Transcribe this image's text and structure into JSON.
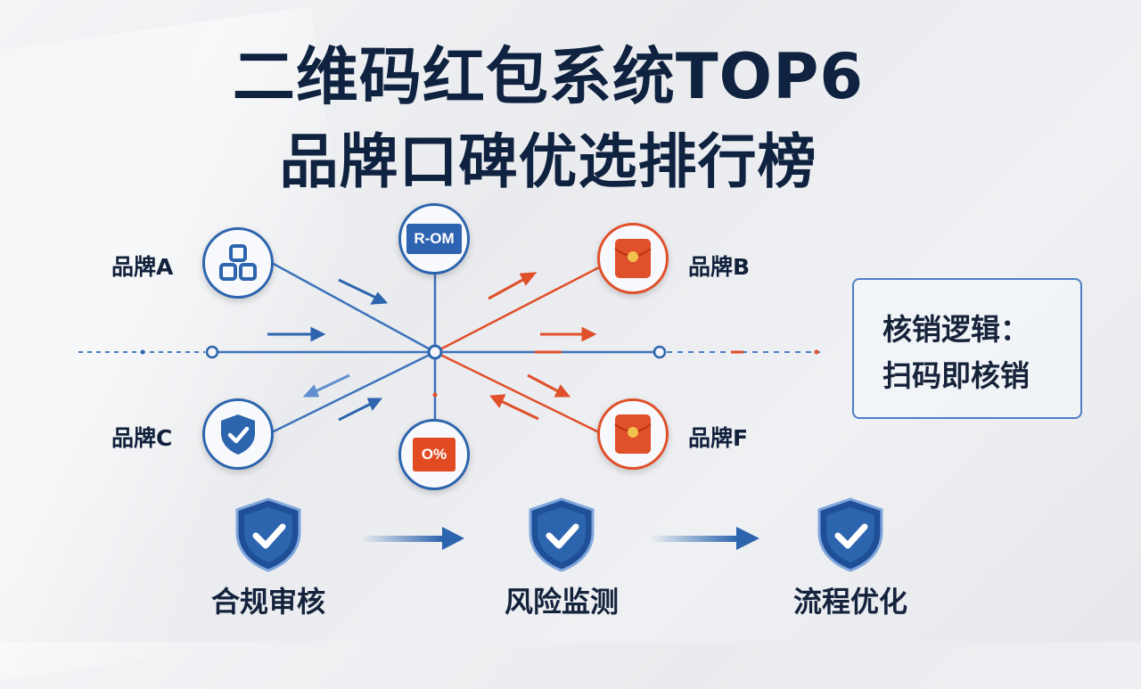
{
  "title": {
    "line1": "二维码红包系统TOP6",
    "line2": "品牌口碑优选排行榜"
  },
  "brands": {
    "a": "品牌A",
    "b": "品牌B",
    "c": "品牌C",
    "f": "品牌F"
  },
  "center_nodes": {
    "top_tag": "R-OM",
    "bottom_tag": "O%"
  },
  "logic_box": {
    "line1": "核销逻辑：",
    "line2": "扫码即核销"
  },
  "steps": [
    "合规审核",
    "风险监测",
    "流程优化"
  ],
  "colors": {
    "blue": "#2c64ad",
    "red": "#e0502b",
    "navy": "#0f2240"
  },
  "icons": {
    "brand_a": "blocks-icon",
    "brand_c": "shield-check-icon",
    "brand_b": "red-envelope-icon",
    "brand_f": "red-envelope-icon",
    "steps": "shield-check-icon"
  }
}
